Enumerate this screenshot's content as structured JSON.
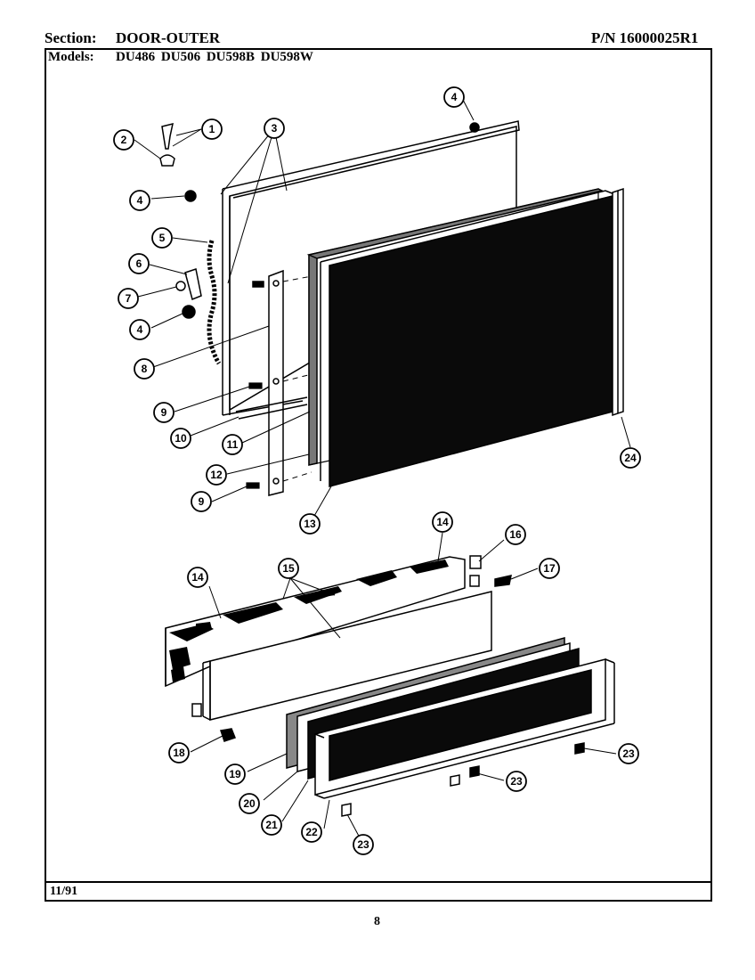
{
  "header": {
    "section_label": "Section:",
    "section_value": "DOOR-OUTER",
    "part_number": "P/N 16000025R1",
    "models_label": "Models:",
    "models_value": "DU486  DU506  DU598B  DU598W"
  },
  "footer": {
    "date": "11/91",
    "page_number": "8"
  },
  "callouts": [
    "1",
    "2",
    "3",
    "4",
    "5",
    "6",
    "7",
    "8",
    "9",
    "10",
    "11",
    "12",
    "13",
    "14",
    "15",
    "16",
    "17",
    "18",
    "19",
    "20",
    "21",
    "22",
    "23",
    "24"
  ],
  "colors": {
    "ink": "#000000",
    "panel_dark": "#0a0a0a",
    "paper": "#ffffff"
  }
}
